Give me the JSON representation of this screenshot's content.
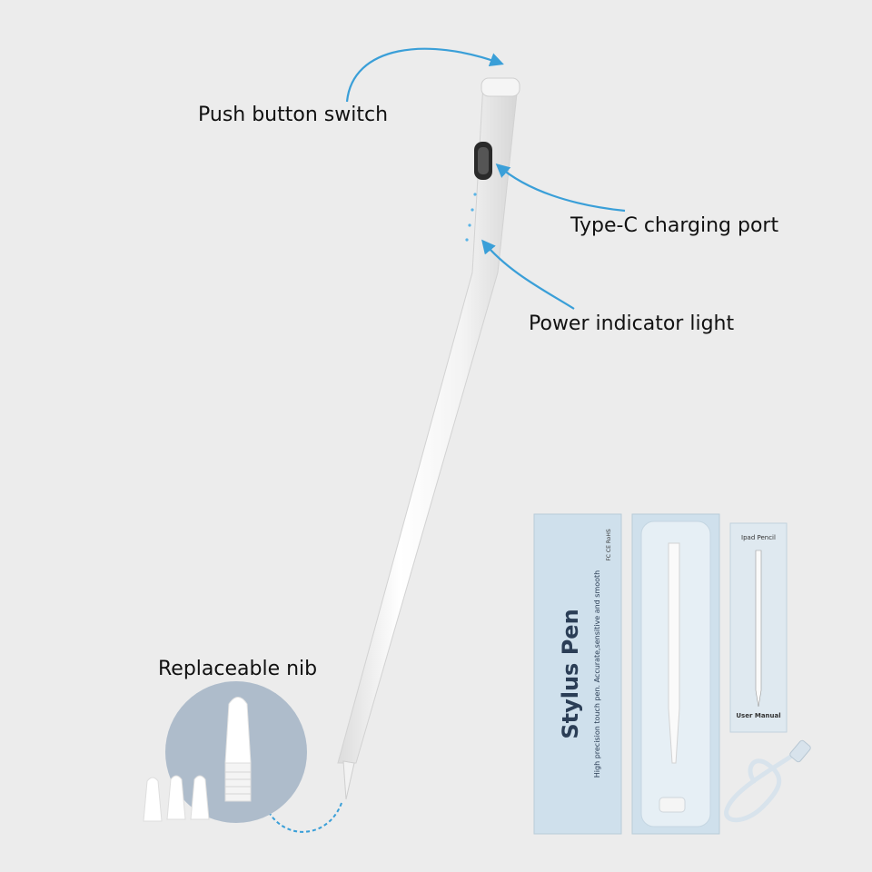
{
  "callouts": {
    "push_button": "Push button switch",
    "charging_port": "Type-C charging port",
    "power_light": "Power indicator light",
    "nib": "Replaceable nib"
  },
  "package": {
    "box_title": "Stylus Pen",
    "box_tagline": "High precision touch pen. Accurate,sensitive and smooth",
    "box_marks": "FC CE RoHS",
    "manual_title": "Ipad Pencil",
    "manual_footer": "User Manual"
  },
  "colors": {
    "background": "#ececec",
    "arrow": "#3a9fd8",
    "pen": "#f7f7f7",
    "nib_circle": "#aebccb",
    "box": "#cfe0ec"
  }
}
